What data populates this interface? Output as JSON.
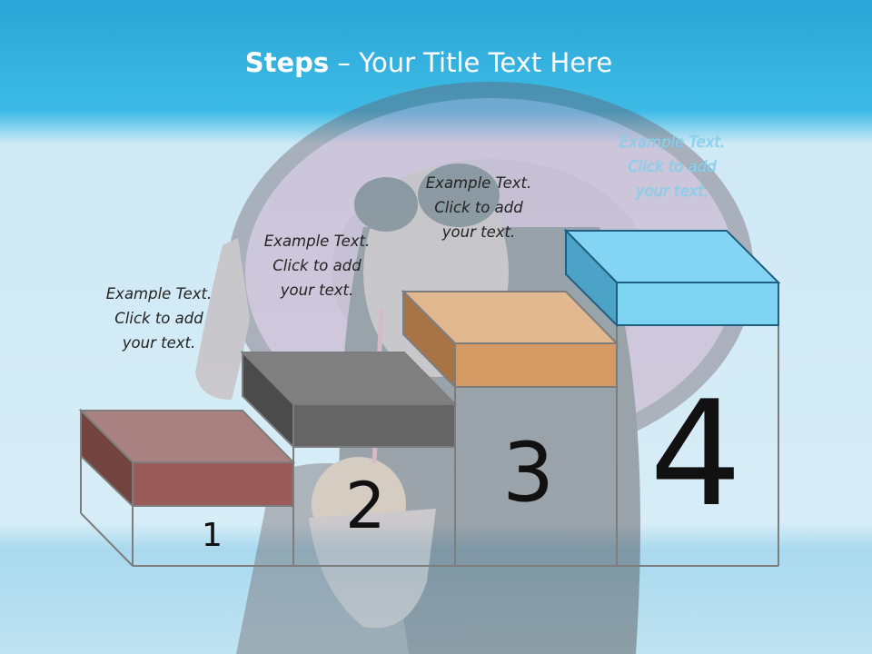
{
  "slide": {
    "title_bold": "Steps",
    "title_rest": " – Your Title Text Here",
    "colors": {
      "sky_top": "#29a9d8",
      "sky_light": "#cfe9f5",
      "step1": "#9b5b58",
      "step2": "#656565",
      "step3": "#d59a63",
      "step4": "#7dd4f2",
      "outline": "#7d7d7d"
    },
    "steps": [
      {
        "number": "1",
        "caption": [
          "Example Text.",
          "Click  to add",
          "your text."
        ]
      },
      {
        "number": "2",
        "caption": [
          "Example Text.",
          "Click  to add",
          "your text."
        ]
      },
      {
        "number": "3",
        "caption": [
          "Example Text.",
          "Click  to add",
          "your text."
        ]
      },
      {
        "number": "4",
        "caption": [
          "Example Text.",
          "Click  to add",
          "your text."
        ]
      }
    ],
    "background_image": "woman-in-sun-hat-drinking-coconut"
  }
}
